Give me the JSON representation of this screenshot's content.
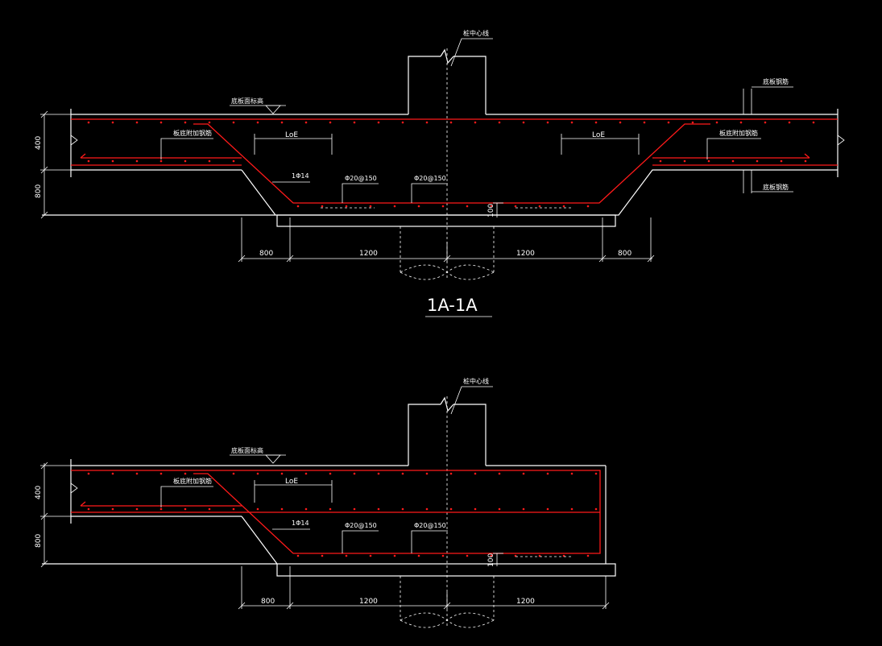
{
  "colors": {
    "background": "#000000",
    "line": "#ffffff",
    "rebar": "#ff1a1a",
    "dimension": "#ffffff"
  },
  "labels": {
    "pile_center": "桩中心线",
    "slab_top": "底板面标高",
    "slab_rebar": "底板钢筋",
    "add_rebar_left": "板底附加钢筋",
    "add_rebar_right": "板底附加钢筋",
    "loe": "LoE",
    "bar_1d14": "1Φ14",
    "bar_d20_a": "Φ20@150",
    "bar_d20_b": "Φ20@150"
  },
  "section1": {
    "title": "1A-1A",
    "dim_400": "400",
    "dim_800_v": "800",
    "dim_100": "100",
    "dims": [
      "800",
      "1200",
      "1200",
      "800"
    ]
  },
  "section2": {
    "dim_400": "400",
    "dim_800_v": "800",
    "dim_100": "100",
    "dims": [
      "800",
      "1200",
      "1200"
    ]
  }
}
